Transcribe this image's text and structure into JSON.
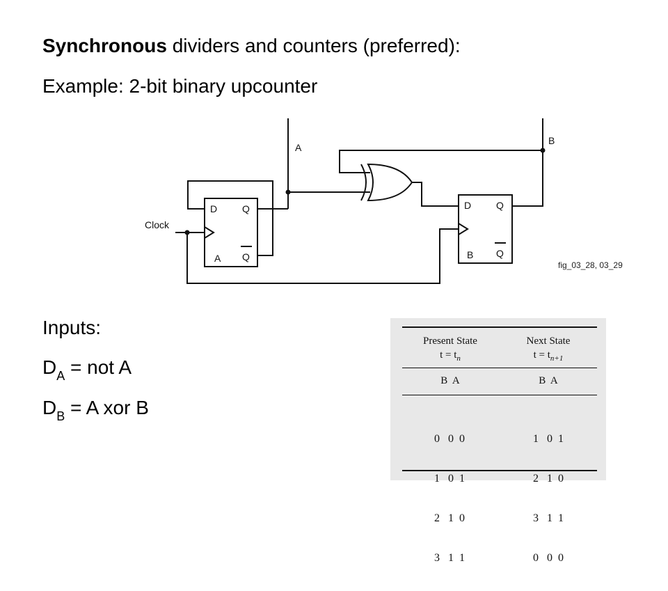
{
  "heading": {
    "bold": "Synchronous",
    "rest": " dividers and counters (preferred):"
  },
  "example": "Example: 2-bit binary upcounter",
  "circuit": {
    "clock_label": "Clock",
    "ff_a": {
      "d": "D",
      "q": "Q",
      "qbar": "Q",
      "name": "A"
    },
    "ff_b": {
      "d": "D",
      "q": "Q",
      "qbar": "Q",
      "name": "B"
    },
    "wire_a_label": "A",
    "wire_b_label": "B"
  },
  "fig_caption": "fig_03_28, 03_29",
  "inputs": {
    "label": "Inputs:",
    "eq_a": {
      "d": "D",
      "sub": "A",
      "rest": " = not A"
    },
    "eq_b": {
      "d": "D",
      "sub": "B",
      "rest": " = A xor B"
    }
  },
  "state_table": {
    "present_header": "Present State",
    "present_time": "t = t",
    "present_time_sub": "n",
    "next_header": "Next State",
    "next_time": "t = t",
    "next_time_sub": "n+1",
    "col_labels_present": "B  A",
    "col_labels_next": "B  A",
    "present_rows": [
      "0   0  0",
      "1   0  1",
      "2   1  0",
      "3   1  1"
    ],
    "next_rows": [
      "1   0  1",
      "2   1  0",
      "3   1  1",
      "0   0  0"
    ]
  }
}
